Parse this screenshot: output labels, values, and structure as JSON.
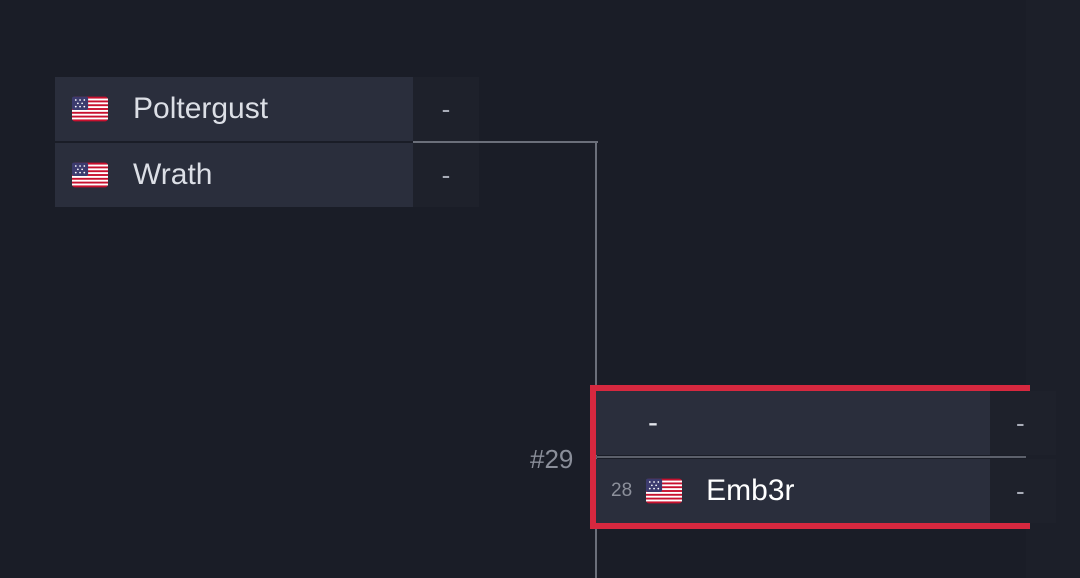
{
  "match_a": {
    "slots": [
      {
        "flag": "us-flag-icon",
        "name": "Poltergust",
        "score": "-"
      },
      {
        "flag": "us-flag-icon",
        "name": "Wrath",
        "score": "-"
      }
    ]
  },
  "match_29": {
    "number": "#29",
    "slots": [
      {
        "seed": "",
        "name": "-",
        "score": "-"
      },
      {
        "seed": "28",
        "flag": "us-flag-icon",
        "name": "Emb3r",
        "score": "-"
      }
    ],
    "highlight_color": "#d6283f"
  },
  "colors": {
    "background": "#1a1d27",
    "slot": "#2a2e3c",
    "connector": "#6b6f7a"
  }
}
